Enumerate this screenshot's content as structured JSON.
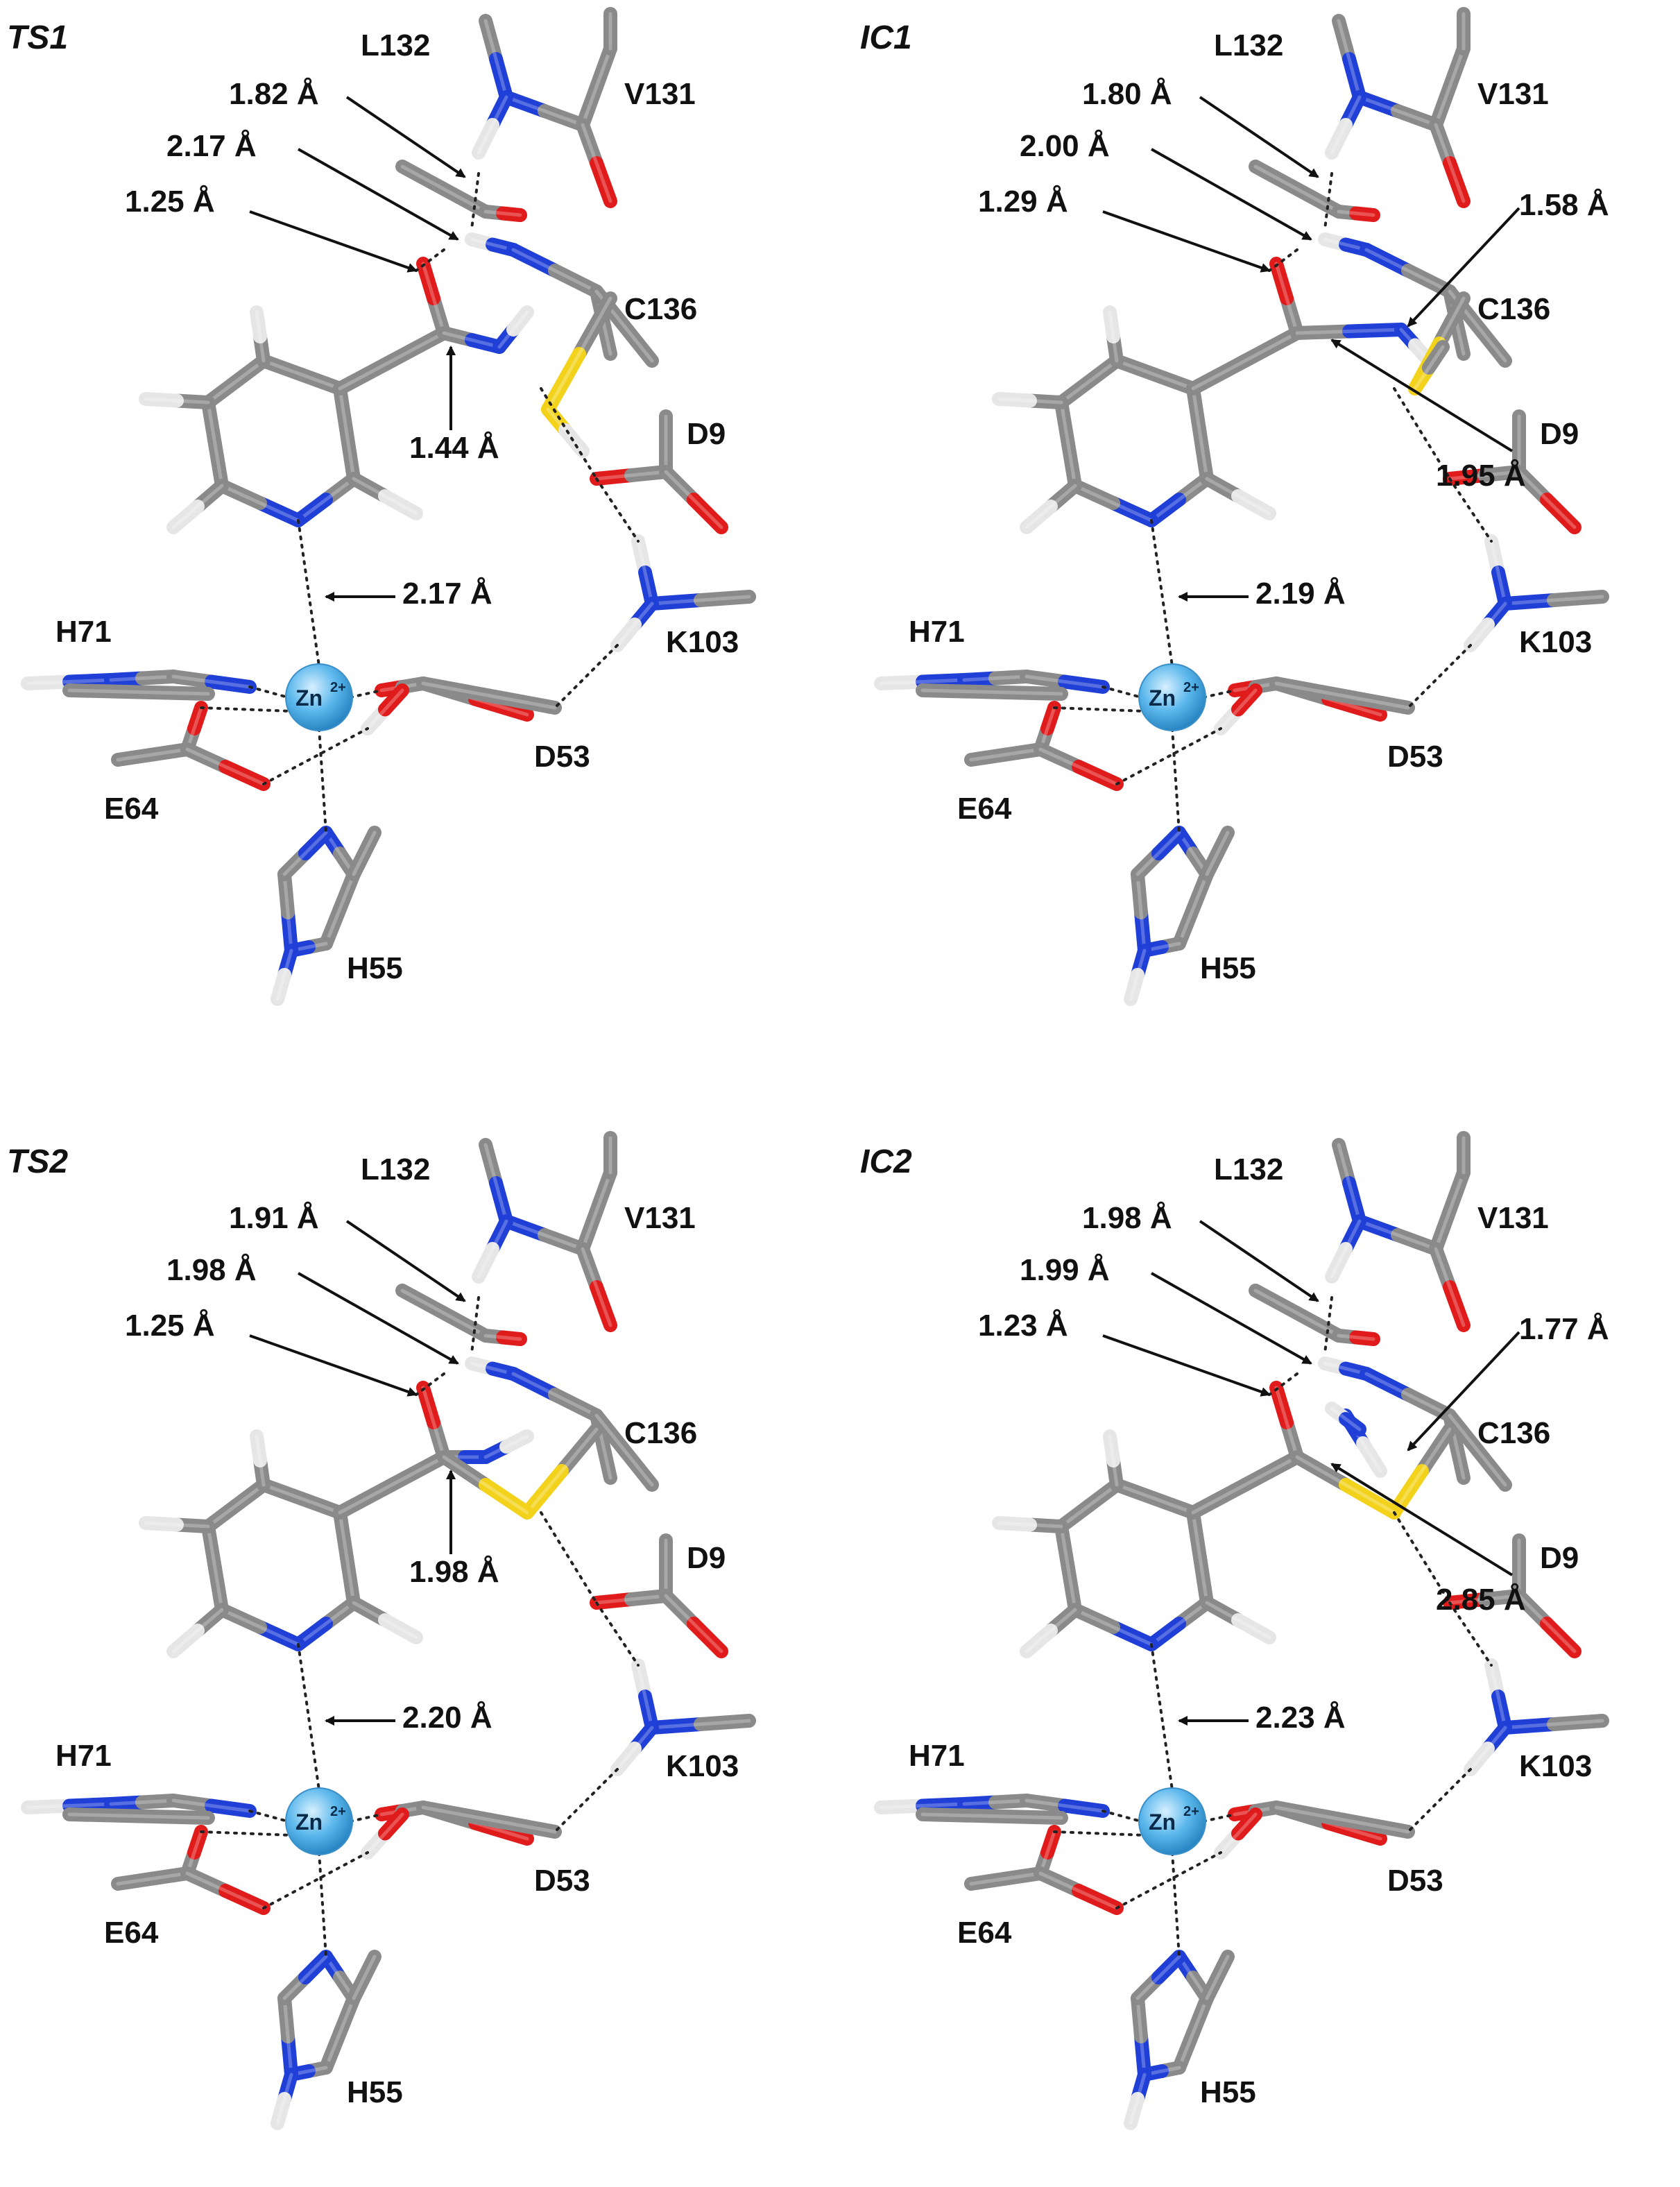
{
  "panels": [
    {
      "id": "ts1",
      "title": "TS1",
      "residues": {
        "L132": "L132",
        "V131": "V131",
        "C136": "C136",
        "D9": "D9",
        "K103": "K103",
        "H71": "H71",
        "D53": "D53",
        "E64": "E64",
        "H55": "H55"
      },
      "distances": {
        "d_top1": "1.82 Å",
        "d_top2": "2.17 Å",
        "d_co": "1.25 Å",
        "d_cn": "1.44 Å",
        "d_zn": "2.17 Å"
      },
      "zn": {
        "base": "Zn",
        "charge": "2+"
      }
    },
    {
      "id": "ic1",
      "title": "IC1",
      "residues": {
        "L132": "L132",
        "V131": "V131",
        "C136": "C136",
        "D9": "D9",
        "K103": "K103",
        "H71": "H71",
        "D53": "D53",
        "E64": "E64",
        "H55": "H55"
      },
      "distances": {
        "d_top1": "1.80 Å",
        "d_top2": "2.00 Å",
        "d_co": "1.29 Å",
        "d_cs": "1.58 Å",
        "d_cn": "1.95 Å",
        "d_zn": "2.19 Å"
      },
      "zn": {
        "base": "Zn",
        "charge": "2+"
      }
    },
    {
      "id": "ts2",
      "title": "TS2",
      "residues": {
        "L132": "L132",
        "V131": "V131",
        "C136": "C136",
        "D9": "D9",
        "K103": "K103",
        "H71": "H71",
        "D53": "D53",
        "E64": "E64",
        "H55": "H55"
      },
      "distances": {
        "d_top1": "1.91 Å",
        "d_top2": "1.98 Å",
        "d_co": "1.25 Å",
        "d_cn": "1.98 Å",
        "d_zn": "2.20 Å"
      },
      "zn": {
        "base": "Zn",
        "charge": "2+"
      }
    },
    {
      "id": "ic2",
      "title": "IC2",
      "residues": {
        "L132": "L132",
        "V131": "V131",
        "C136": "C136",
        "D9": "D9",
        "K103": "K103",
        "H71": "H71",
        "D53": "D53",
        "E64": "E64",
        "H55": "H55"
      },
      "distances": {
        "d_top1": "1.98 Å",
        "d_top2": "1.99 Å",
        "d_co": "1.23 Å",
        "d_cs": "1.77 Å",
        "d_cn": "2.85 Å",
        "d_zn": "2.23 Å"
      },
      "zn": {
        "base": "Zn",
        "charge": "2+"
      }
    }
  ],
  "colors": {
    "carbon": "#8a8a8a",
    "carbon_light": "#bdbdbd",
    "hydrogen": "#e6e6e6",
    "nitrogen": "#1f3fd6",
    "oxygen": "#e01b1b",
    "sulfur": "#f2d21b",
    "zinc": "#5cb8ec",
    "text": "#111111"
  }
}
